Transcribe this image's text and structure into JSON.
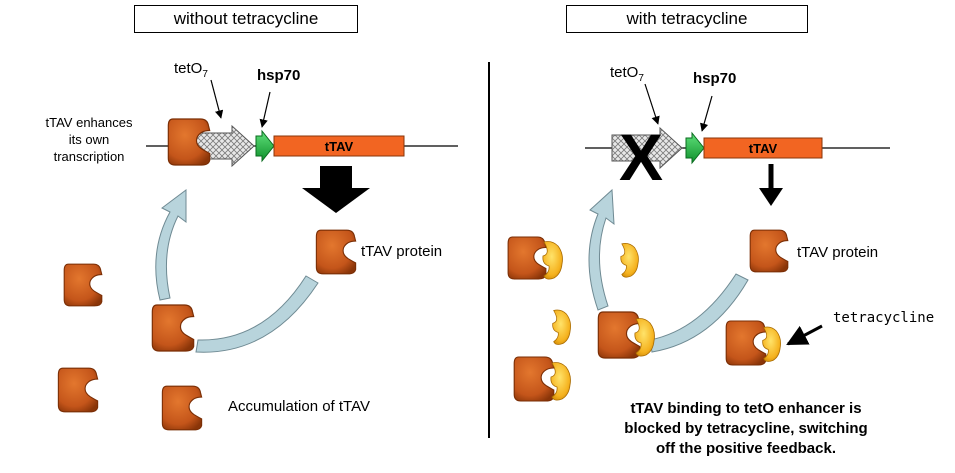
{
  "panels": {
    "left": {
      "title": "without tetracycline",
      "teto_label": "tetO",
      "teto_sub": "7",
      "hsp70_label": "hsp70",
      "gene_label": "tTAV",
      "feedback_label": [
        "tTAV enhances",
        "its own",
        "transcription"
      ],
      "protein_label": "tTAV protein",
      "caption": "Accumulation of  tTAV"
    },
    "right": {
      "title": "with tetracycline",
      "teto_label": "tetO",
      "teto_sub": "7",
      "hsp70_label": "hsp70",
      "gene_label": "tTAV",
      "blocked_mark": "X",
      "protein_label": "tTAV protein",
      "tetracycline_label": "tetracycline",
      "caption": [
        "tTAV binding to tetO enhancer is",
        "blocked by tetracycline, switching",
        "off the positive feedback."
      ]
    }
  },
  "colors": {
    "protein": "#c4551a",
    "tetracycline": "#f5b21f",
    "gene": "#f26522",
    "hsp70": "#22b14c",
    "feedback_arrow": "#b8d4dc"
  }
}
